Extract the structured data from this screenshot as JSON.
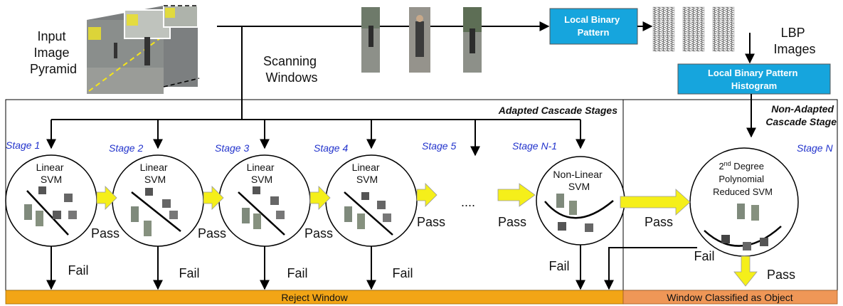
{
  "inputs": {
    "pyramid_label": [
      "Input",
      "Image",
      "Pyramid"
    ],
    "scanning_label": [
      "Scanning",
      "Windows"
    ],
    "lbp_box": [
      "Local Binary",
      "Pattern"
    ],
    "lbp_images_label": [
      "LBP",
      "Images"
    ],
    "hist_box": [
      "Local Binary Pattern",
      "Histogram"
    ]
  },
  "headers": {
    "adapted": "Adapted Cascade Stages",
    "non_adapted": [
      "Non-Adapted",
      "Cascade Stage"
    ]
  },
  "stages": [
    {
      "label": "Stage 1",
      "svm": [
        "Linear",
        "SVM"
      ]
    },
    {
      "label": "Stage 2",
      "svm": [
        "Linear",
        "SVM"
      ]
    },
    {
      "label": "Stage 3",
      "svm": [
        "Linear",
        "SVM"
      ]
    },
    {
      "label": "Stage 4",
      "svm": [
        "Linear",
        "SVM"
      ]
    },
    {
      "label": "Stage 5"
    },
    {
      "label": "Stage N-1",
      "svm": [
        "Non-Linear",
        "SVM"
      ]
    },
    {
      "label": "Stage N",
      "svm": [
        "2",
        "nd",
        " Degree",
        "Polynomial",
        "Reduced SVM"
      ]
    }
  ],
  "flow": {
    "pass": "Pass",
    "fail": "Fail",
    "ellipsis": "...."
  },
  "bars": {
    "reject": "Reject Window",
    "classified": "Window Classified as Object"
  },
  "colors": {
    "box_fill": "#16a5dd",
    "arrow_fill": "#f5ef1a",
    "reject_bar": "#f2a516",
    "object_bar": "#ef9757",
    "stage_text": "#2233cc"
  }
}
